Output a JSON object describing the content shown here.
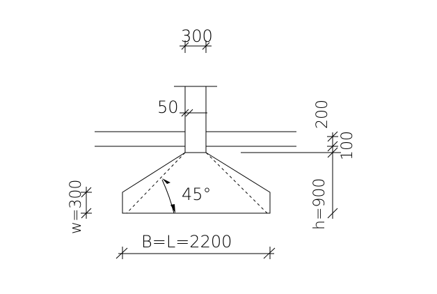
{
  "diagram": {
    "column_width_label": "300",
    "cover_label": "50",
    "angle_label": "45°",
    "base_label": "B=L=2200",
    "w_label": "w=300",
    "h_label": "h=900",
    "dim_100_label": "100",
    "dim_200_label": "200"
  }
}
